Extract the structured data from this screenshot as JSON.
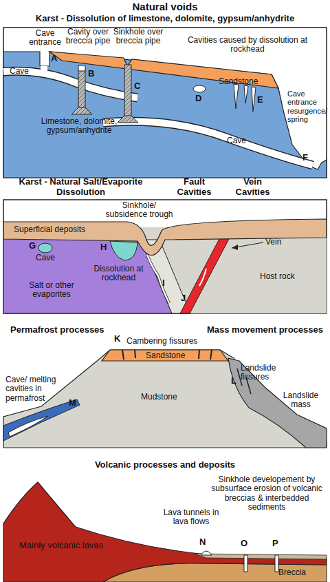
{
  "diagram": {
    "title": "Natural voids",
    "labels": [
      "Karst - Dissolution of limestone, dolomite, gypsum/anhydrite",
      "Cave entrance",
      "Cavity over breccia pipe",
      "Sinkhole over breccia pipe",
      "Cavities caused by dissolution at rockhead",
      "A",
      "B",
      "C",
      "Sandstone",
      "D",
      "E",
      "Cave",
      "Cave",
      "Limestone, dolomite, gypsum/anhydrite",
      "Cave entrance resurgence/ spring",
      "F",
      "Karst - Natural Salt/Evaporite Dissolution",
      "Fault Cavities",
      "Vein Cavities",
      "Sinkhole/ subsidence trough",
      "Superficial deposits",
      "G",
      "Cave",
      "H",
      "Dissolution at rockhead",
      "Salt or other evaporites",
      "Vein",
      "Host rock",
      "I",
      "J",
      "Permafrost processes",
      "Mass movement processes",
      "K",
      "Cambering fissures",
      "Sandstone",
      "Landslide fissures",
      "L",
      "Cave/ melting cavities in permafrost",
      "M",
      "Landslide mass",
      "Mudstone",
      "Volcanic processes and deposits",
      "Sinkhole developement by subsurface erosion of volcanic breccias & interbedded sediments",
      "Lava tunnels in lava flows",
      "N",
      "O",
      "P",
      "Mainly volcanic lavas",
      "Breccia"
    ]
  }
}
